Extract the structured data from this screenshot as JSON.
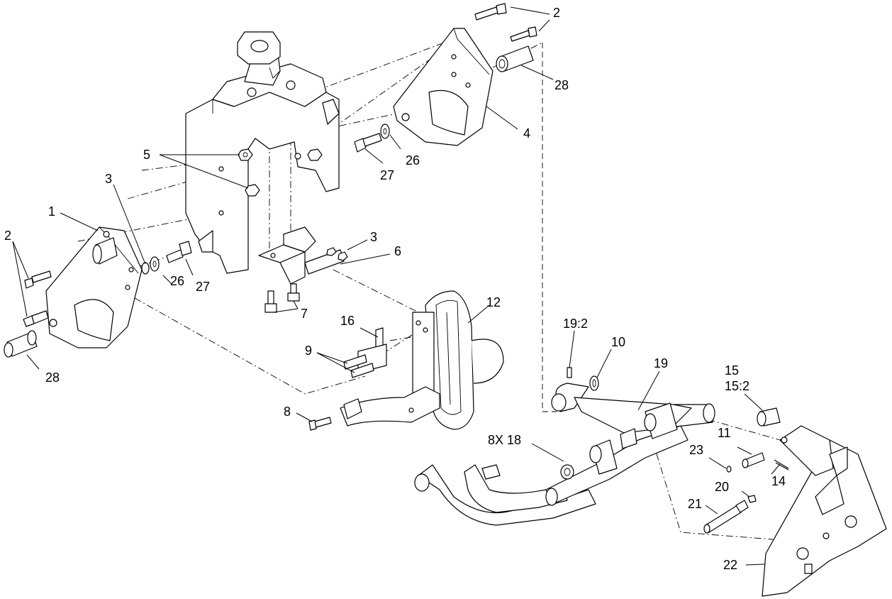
{
  "callouts": [
    {
      "id": "c-2-top",
      "text": "2"
    },
    {
      "id": "c-28-top",
      "text": "28"
    },
    {
      "id": "c-4",
      "text": "4"
    },
    {
      "id": "c-26-top",
      "text": "26"
    },
    {
      "id": "c-27-top",
      "text": "27"
    },
    {
      "id": "c-5",
      "text": "5"
    },
    {
      "id": "c-3-left",
      "text": "3"
    },
    {
      "id": "c-1",
      "text": "1"
    },
    {
      "id": "c-2-left",
      "text": "2"
    },
    {
      "id": "c-26-mid",
      "text": "26"
    },
    {
      "id": "c-27-mid",
      "text": "27"
    },
    {
      "id": "c-28-left",
      "text": "28"
    },
    {
      "id": "c-3-mid",
      "text": "3"
    },
    {
      "id": "c-6",
      "text": "6"
    },
    {
      "id": "c-7",
      "text": "7"
    },
    {
      "id": "c-12",
      "text": "12"
    },
    {
      "id": "c-16",
      "text": "16"
    },
    {
      "id": "c-9",
      "text": "9"
    },
    {
      "id": "c-8",
      "text": "8"
    },
    {
      "id": "c-19-2",
      "text": "19:2"
    },
    {
      "id": "c-10",
      "text": "10"
    },
    {
      "id": "c-19",
      "text": "19"
    },
    {
      "id": "c-15",
      "text": "15"
    },
    {
      "id": "c-15-2",
      "text": "15:2"
    },
    {
      "id": "c-8x18",
      "text": "8X 18"
    },
    {
      "id": "c-11",
      "text": "11"
    },
    {
      "id": "c-23",
      "text": "23"
    },
    {
      "id": "c-14",
      "text": "14"
    },
    {
      "id": "c-20",
      "text": "20"
    },
    {
      "id": "c-21",
      "text": "21"
    },
    {
      "id": "c-22",
      "text": "22"
    }
  ]
}
